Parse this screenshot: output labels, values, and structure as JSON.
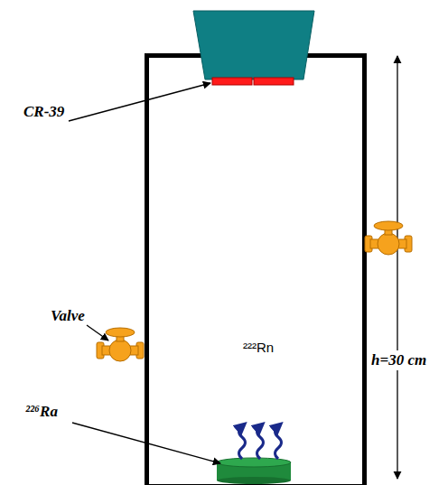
{
  "diagram": {
    "nodes": [
      {
        "text": [
          "²²²Rn"
        ]
      }
    ],
    "labels": [
      "CR-39",
      "Valve",
      "²²⁶Ra",
      "h=30 cm"
    ]
  }
}
